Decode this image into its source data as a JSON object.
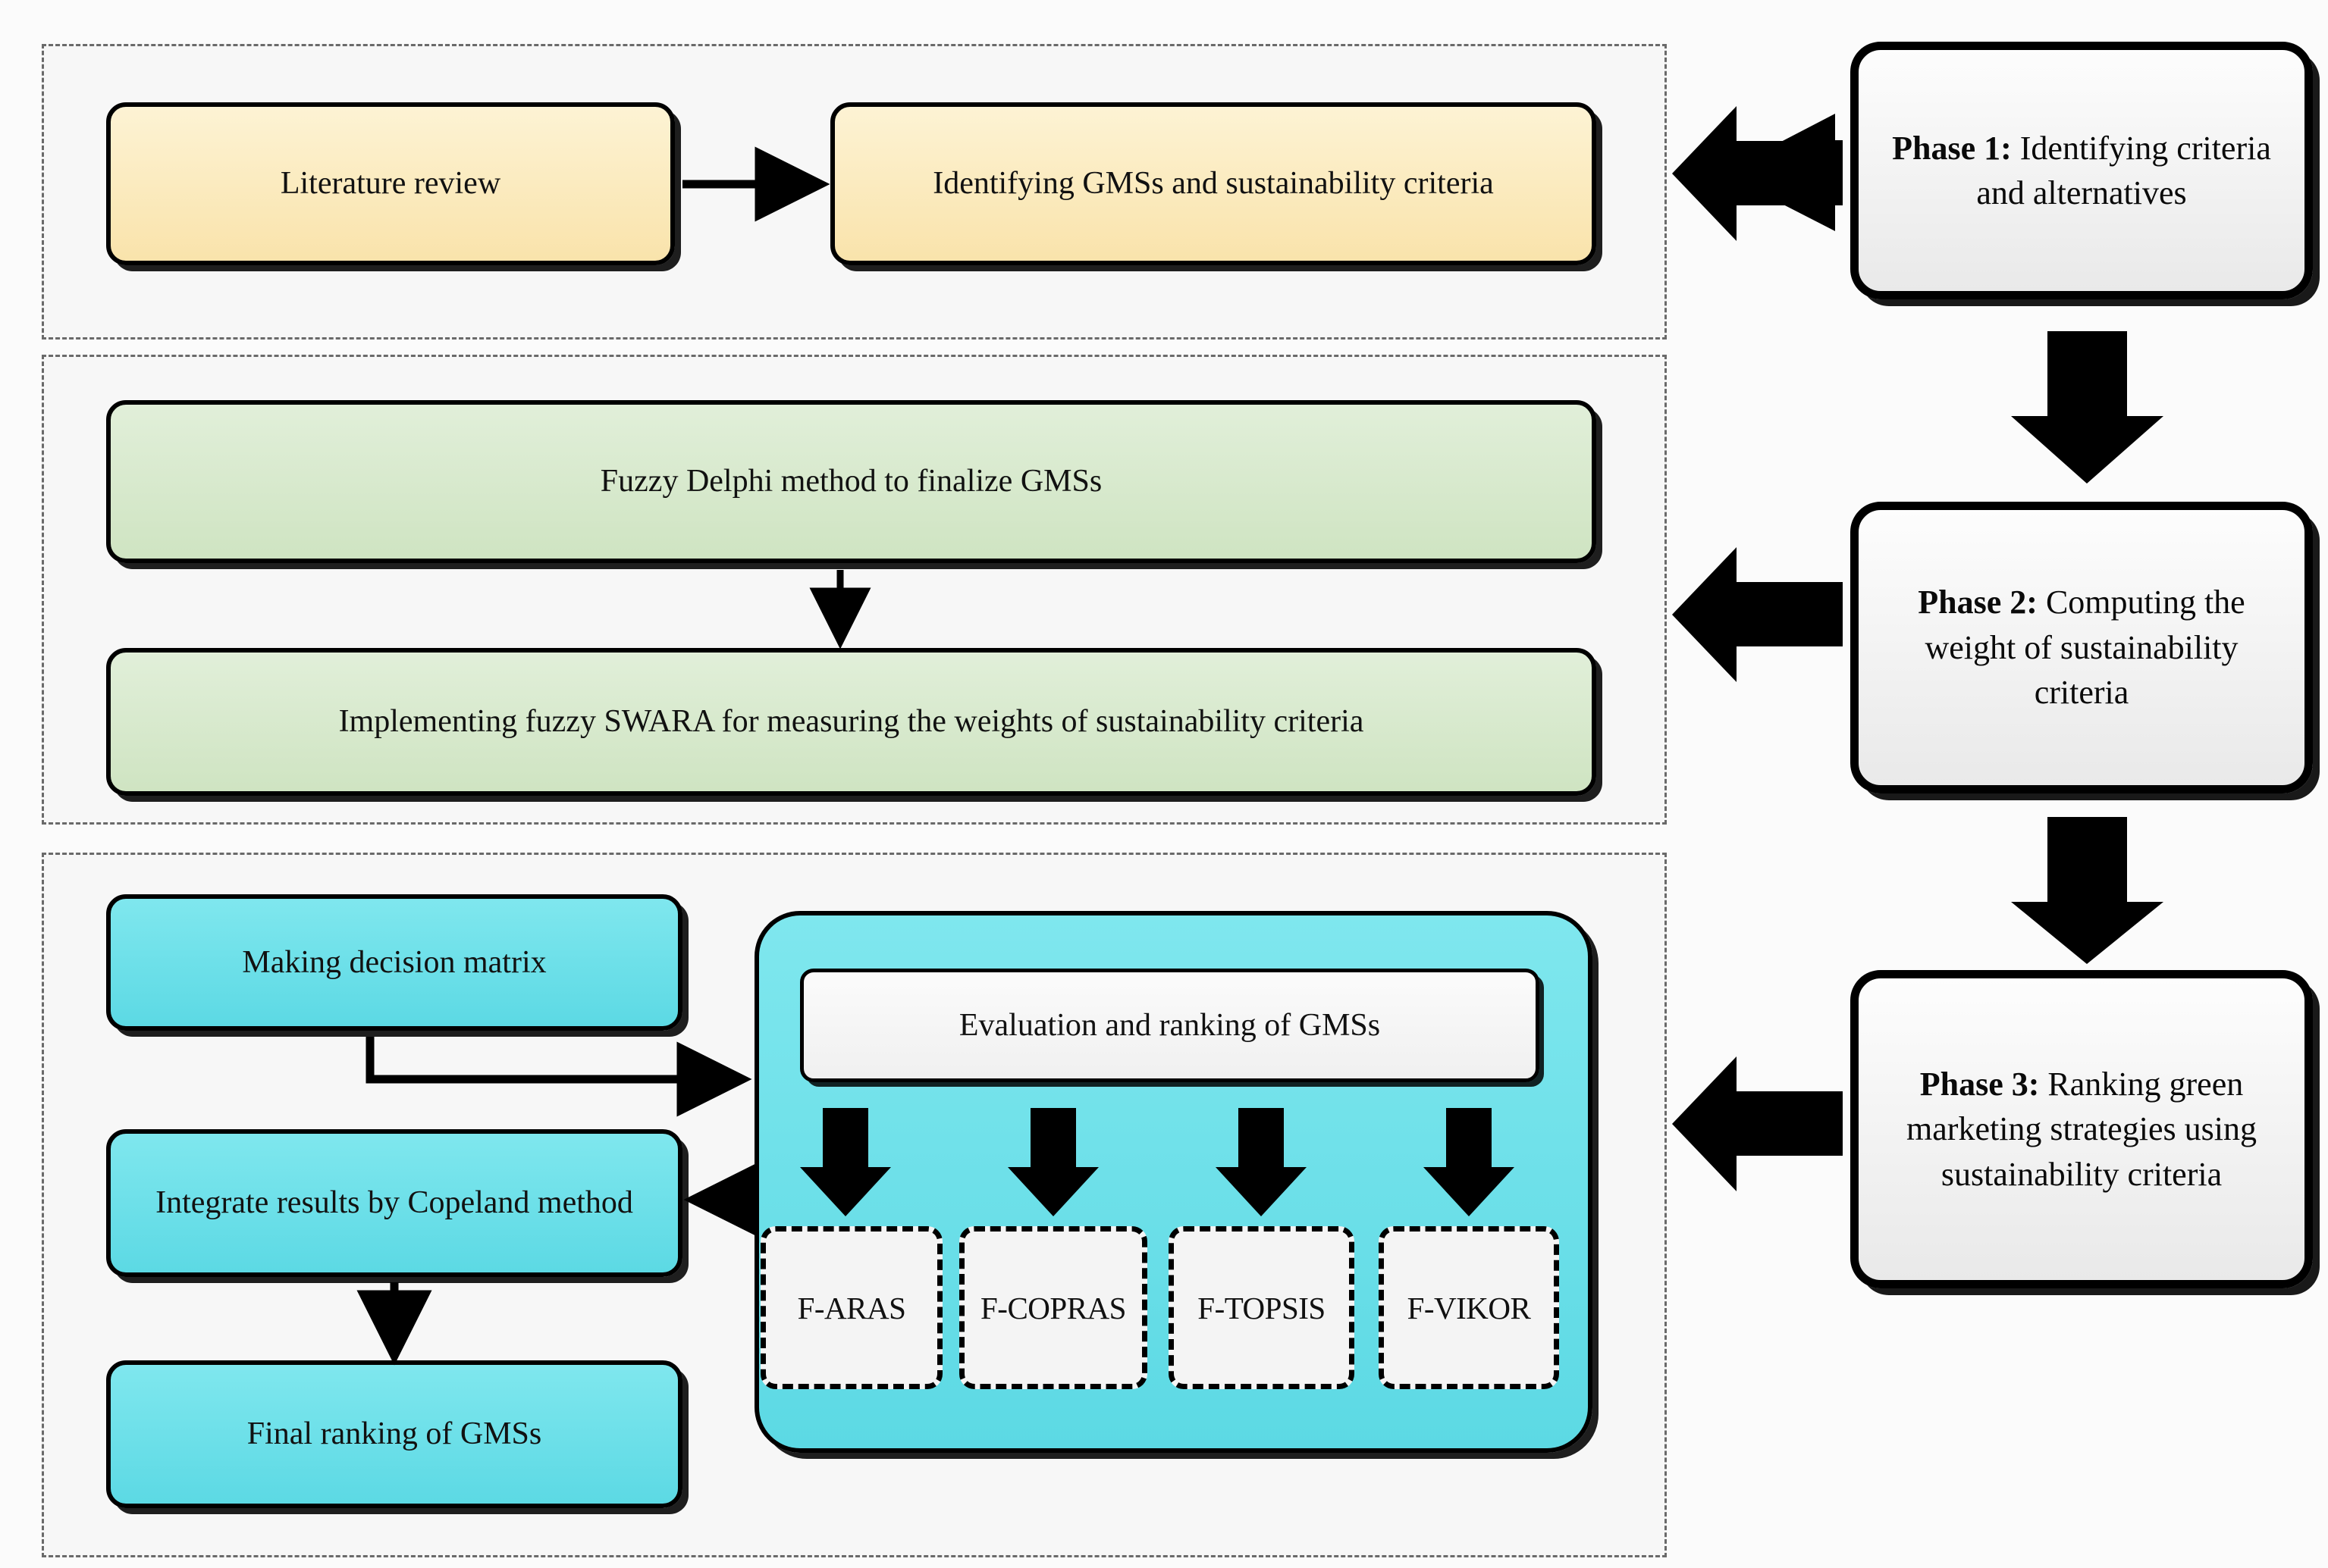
{
  "diagram": {
    "title": "Research framework flowchart",
    "colors": {
      "phase1_fill": "#f9e3ab",
      "phase2_fill": "#cfe4c2",
      "phase3_fill": "#5cd9e4",
      "phase_callout_fill": "#eeeeee",
      "stroke": "#000000",
      "group_border": "#6a6a6a"
    }
  },
  "phase1": {
    "group_label": "phase-1-group",
    "nodes": [
      {
        "id": "literature-review",
        "label": "Literature review"
      },
      {
        "id": "identifying-gmss",
        "label": "Identifying GMSs and sustainability criteria"
      }
    ],
    "callout": {
      "prefix": "Phase 1:",
      "text": " Identifying criteria and alternatives"
    }
  },
  "phase2": {
    "group_label": "phase-2-group",
    "nodes": [
      {
        "id": "fuzzy-delphi",
        "label": "Fuzzy Delphi method to finalize GMSs"
      },
      {
        "id": "fuzzy-swara",
        "label": "Implementing fuzzy SWARA for measuring the weights of sustainability criteria"
      }
    ],
    "callout": {
      "prefix": "Phase 2:",
      "text": " Computing the weight of sustainability criteria"
    }
  },
  "phase3": {
    "group_label": "phase-3-group",
    "nodes": [
      {
        "id": "making-decision-matrix",
        "label": "Making decision matrix"
      },
      {
        "id": "integrate-copeland",
        "label": "Integrate results by Copeland method"
      },
      {
        "id": "final-ranking",
        "label": "Final ranking of GMSs"
      }
    ],
    "evaluation_panel": {
      "id": "evaluation-panel",
      "header": "Evaluation and ranking of GMSs",
      "methods": [
        {
          "id": "f-aras",
          "label": "F-ARAS"
        },
        {
          "id": "f-copras",
          "label": "F-COPRAS"
        },
        {
          "id": "f-topsis",
          "label": "F-TOPSIS"
        },
        {
          "id": "f-vikor",
          "label": "F-VIKOR"
        }
      ]
    },
    "callout": {
      "prefix": "Phase 3:",
      "text": " Ranking green marketing strategies using sustainability criteria"
    }
  }
}
